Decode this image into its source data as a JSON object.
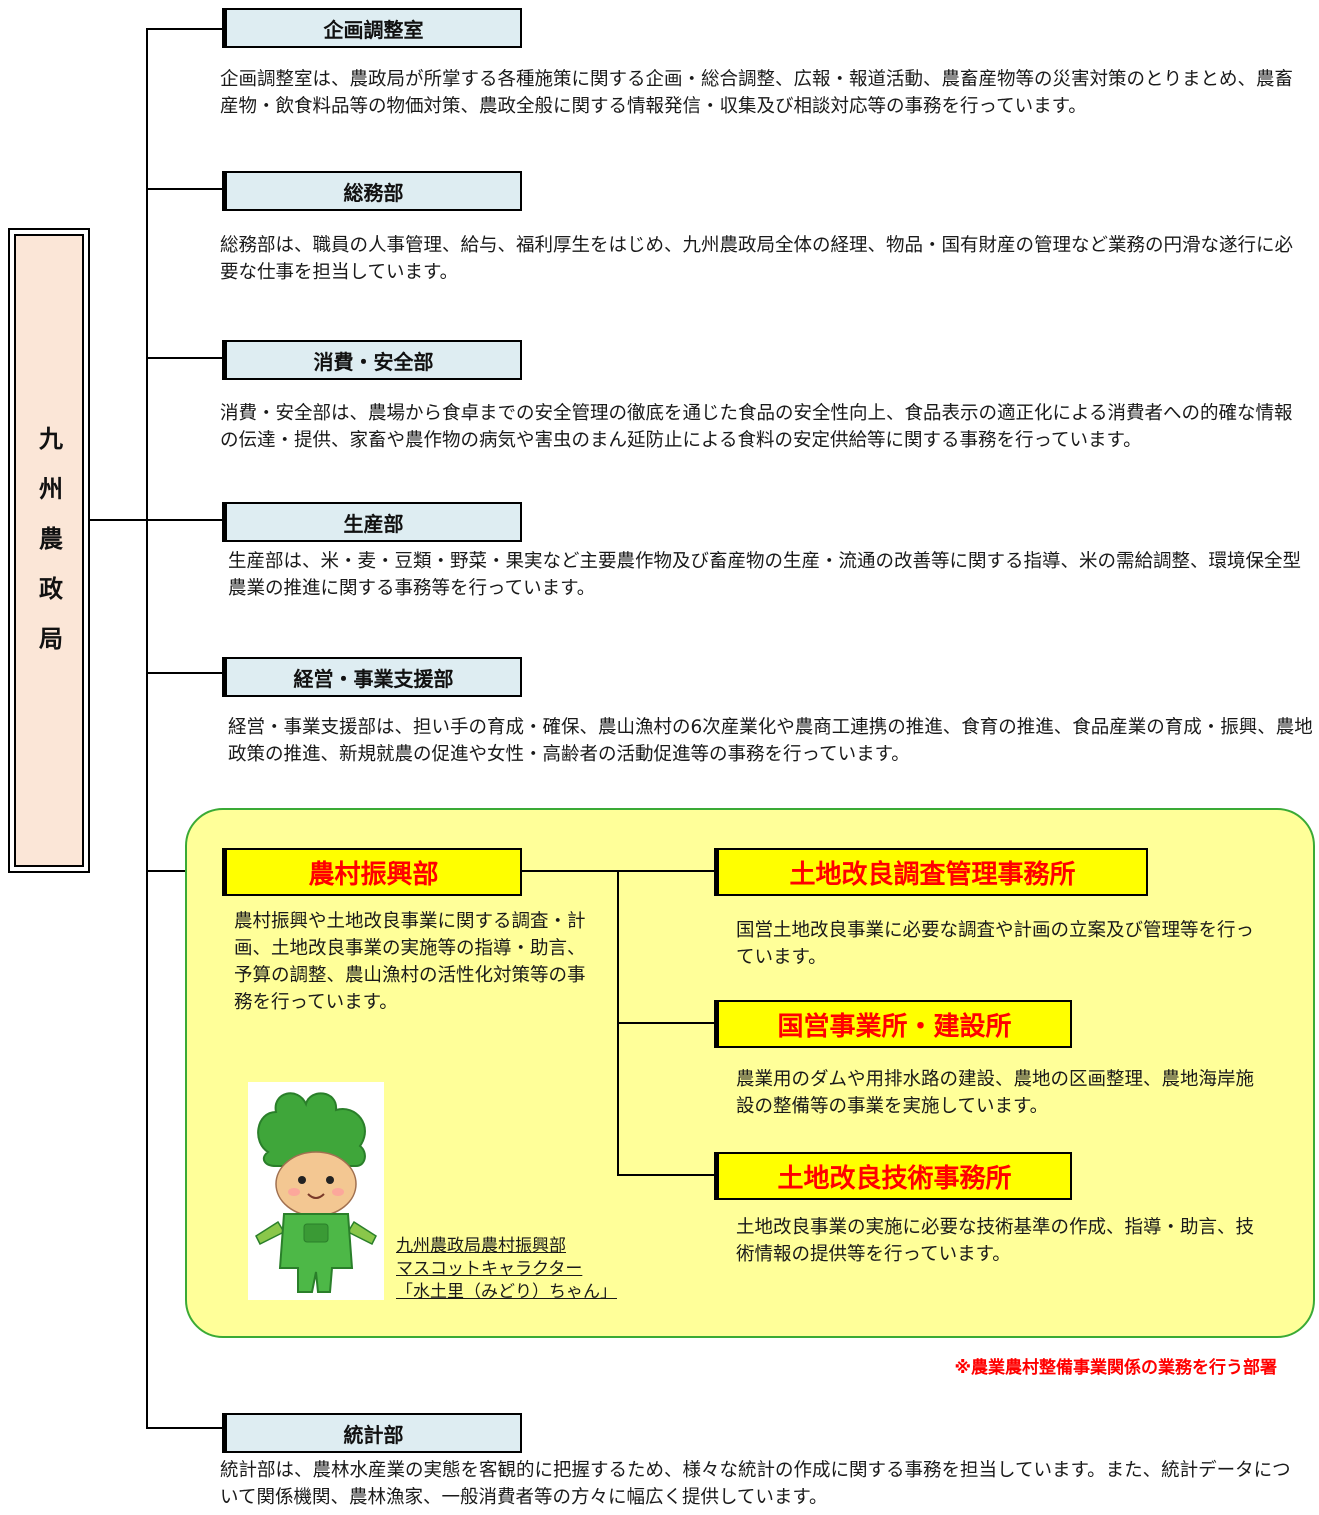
{
  "root": {
    "title": "九州農政局"
  },
  "departments": [
    {
      "name": "企画調整室",
      "description": "企画調整室は、農政局が所掌する各種施策に関する企画・総合調整、広報・報道活動、農畜産物等の災害対策のとりまとめ、農畜産物・飲食料品等の物価対策、農政全般に関する情報発信・収集及び相談対応等の事務を行っています。"
    },
    {
      "name": "総務部",
      "description": "総務部は、職員の人事管理、給与、福利厚生をはじめ、九州農政局全体の経理、物品・国有財産の管理など業務の円滑な遂行に必要な仕事を担当しています。"
    },
    {
      "name": "消費・安全部",
      "description": "消費・安全部は、農場から食卓までの安全管理の徹底を通じた食品の安全性向上、食品表示の適正化による消費者への的確な情報の伝達・提供、家畜や農作物の病気や害虫のまん延防止による食料の安定供給等に関する事務を行っています。"
    },
    {
      "name": "生産部",
      "description": "生産部は、米・麦・豆類・野菜・果実など主要農作物及び畜産物の生産・流通の改善等に関する指導、米の需給調整、環境保全型農業の推進に関する事務等を行っています。"
    },
    {
      "name": "経営・事業支援部",
      "description": "経営・事業支援部は、担い手の育成・確保、農山漁村の6次産業化や農商工連携の推進、食育の推進、食品産業の育成・振興、農地政策の推進、新規就農の促進や女性・高齢者の活動促進等の事務を行っています。"
    },
    {
      "name": "統計部",
      "description": "統計部は、農林水産業の実態を客観的に把握するため、様々な統計の作成に関する事務を担当しています。また、統計データについて関係機関、農林漁家、一般消費者等の方々に幅広く提供しています。"
    }
  ],
  "rural": {
    "name": "農村振興部",
    "description": "農村振興や土地改良事業に関する調査・計画、土地改良事業の実施等の指導・助言、予算の調整、農山漁村の活性化対策等の事務を行っています。",
    "offices": [
      {
        "name": "土地改良調査管理事務所",
        "description": "国営土地改良事業に必要な調査や計画の立案及び管理等を行っています。"
      },
      {
        "name": "国営事業所・建設所",
        "description": "農業用のダムや用排水路の建設、農地の区画整理、農地海岸施設の整備等の事業を実施しています。"
      },
      {
        "name": "土地改良技術事務所",
        "description": "土地改良事業の実施に必要な技術基準の作成、指導・助言、技術情報の提供等を行っています。"
      }
    ],
    "mascot_caption": [
      "九州農政局農村振興部",
      "マスコットキャラクター",
      "「水土里（みどり）ちゃん」"
    ],
    "note": "※農業農村整備事業関係の業務を行う部署"
  },
  "colors": {
    "dept_header_bg": "#deedf2",
    "root_bg": "#fbe6d7",
    "panel_bg": "#ffff99",
    "panel_border": "#3aaa35",
    "highlight_header_bg": "#ffff00",
    "highlight_text": "#ff0000"
  }
}
